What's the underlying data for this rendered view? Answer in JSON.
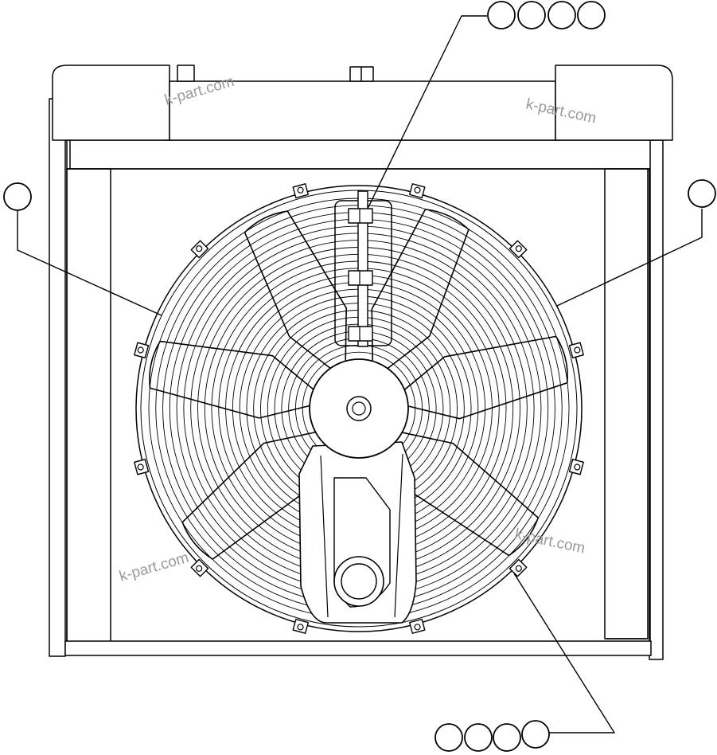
{
  "diagram": {
    "stroke_color": "#000000",
    "background_color": "#ffffff",
    "watermark_color": "#9a9a9a",
    "watermarks": [
      "k-part.com",
      "k-part.com",
      "k-part.com",
      "k-part.com"
    ],
    "callout_groups": [
      {
        "position": "top",
        "balloon_count": 4
      },
      {
        "position": "left",
        "balloon_count": 1
      },
      {
        "position": "right",
        "balloon_count": 1
      },
      {
        "position": "bottom",
        "balloon_count": 4
      }
    ],
    "fan_blade_count": 7,
    "guard_ring_count": 24,
    "guard_clip_count": 12
  }
}
